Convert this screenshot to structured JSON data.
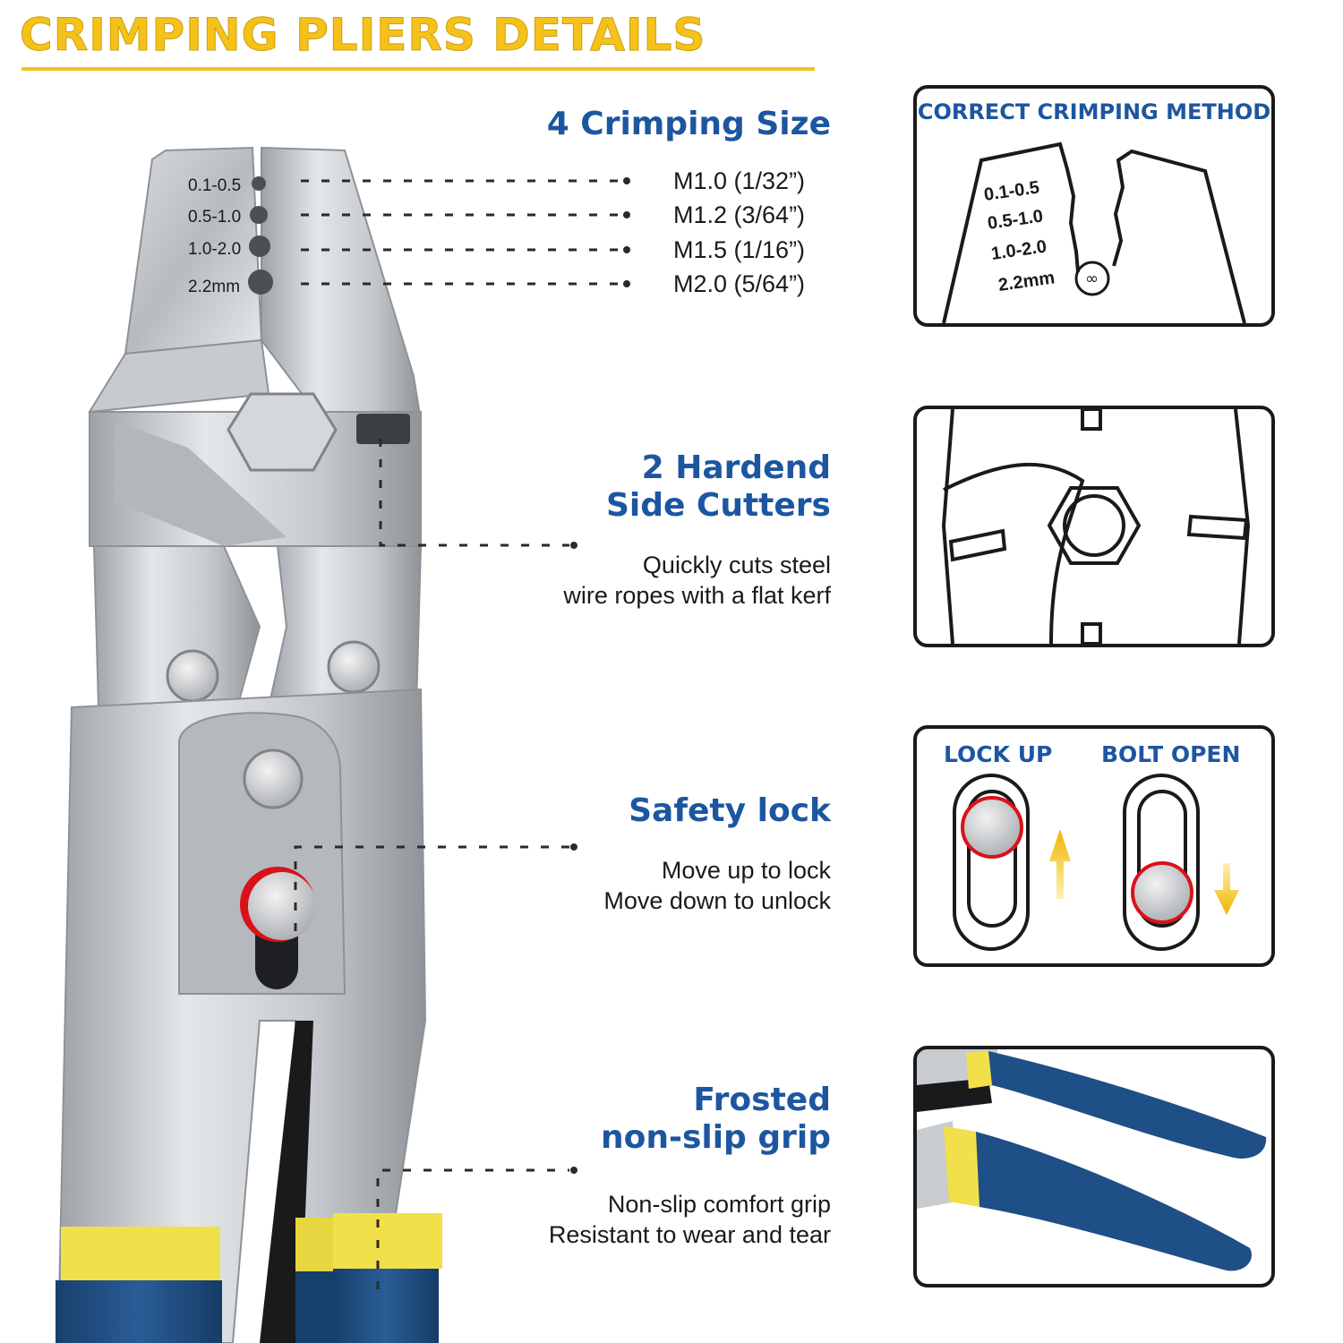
{
  "title": "CRIMPING PLIERS DETAILS",
  "jaw_labels": [
    "0.1-0.5",
    "0.5-1.0",
    "1.0-2.0",
    "2.2mm"
  ],
  "features": {
    "crimping_size": {
      "heading": "4 Crimping Size",
      "sizes": [
        "M1.0 (1/32”)",
        "M1.2 (3/64”)",
        "M1.5 (1/16”)",
        "M2.0 (5/64”)"
      ]
    },
    "side_cutters": {
      "heading_line1": "2 Hardend",
      "heading_line2": "Side Cutters",
      "desc_line1": "Quickly cuts steel",
      "desc_line2": "wire ropes with a flat kerf"
    },
    "safety_lock": {
      "heading": "Safety lock",
      "desc_line1": "Move up to lock",
      "desc_line2": "Move down to unlock"
    },
    "grip": {
      "heading_line1": "Frosted",
      "heading_line2": "non-slip grip",
      "desc_line1": "Non-slip comfort grip",
      "desc_line2": "Resistant to wear and tear"
    }
  },
  "panels": {
    "method": {
      "title": "CORRECT CRIMPING METHOD",
      "labels": [
        "0.1-0.5",
        "0.5-1.0",
        "1.0-2.0",
        "2.2mm"
      ]
    },
    "lock": {
      "lock_up": "LOCK UP",
      "bolt_open": "BOLT OPEN"
    }
  },
  "colors": {
    "title": "#f6c21a",
    "heading": "#1d56a0",
    "handle": "#1e4f86",
    "sleeve": "#f1e04a",
    "lock_ring": "#d9121a"
  }
}
